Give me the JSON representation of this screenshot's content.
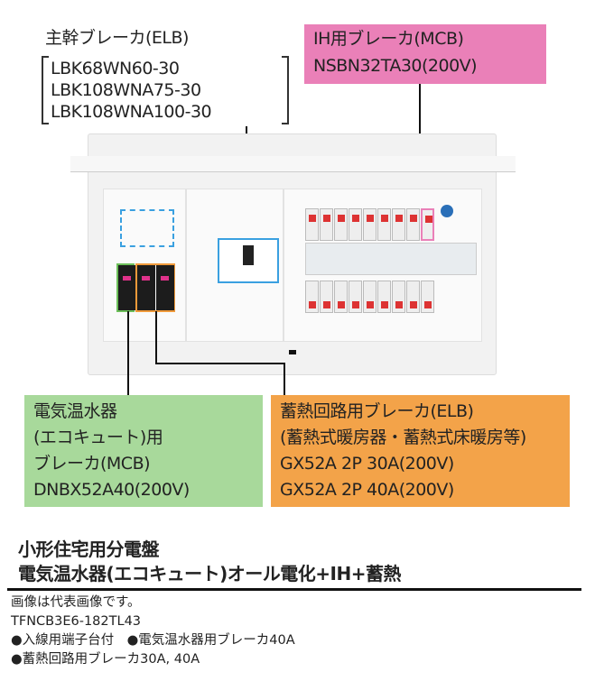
{
  "main_breaker": {
    "label": "主幹ブレーカ(ELB)",
    "models": [
      "LBK68WN60-30",
      "LBK108WNA75-30",
      "LBK108WNA100-30"
    ]
  },
  "ih_breaker": {
    "label": "IH用ブレーカ(MCB)",
    "model": "NSBN32TA30(200V)",
    "color": "#ea80b8"
  },
  "water_heater_breaker": {
    "lines": [
      "電気温水器",
      "(エコキュート)用",
      "ブレーカ(MCB)",
      "DNBX52A40(200V)"
    ],
    "color": "#a8d99b"
  },
  "storage_breaker": {
    "lines": [
      "蓄熱回路用ブレーカ(ELB)",
      "(蓄熱式暖房器・蓄熱式床暖房等)",
      "GX52A 2P 30A(200V)",
      "GX52A 2P 40A(200V)"
    ],
    "color": "#f3a349"
  },
  "product": {
    "title_lines": [
      "小形住宅用分電盤",
      "電気温水器(エコキュート)オール電化+IH+蓄熱"
    ],
    "notes": [
      "画像は代表画像です。",
      "TFNCB3E6-182TL43",
      "●入線用端子台付　●電気温水器用ブレーカ40A",
      "●蓄熱回路用ブレーカ30A, 40A"
    ]
  }
}
